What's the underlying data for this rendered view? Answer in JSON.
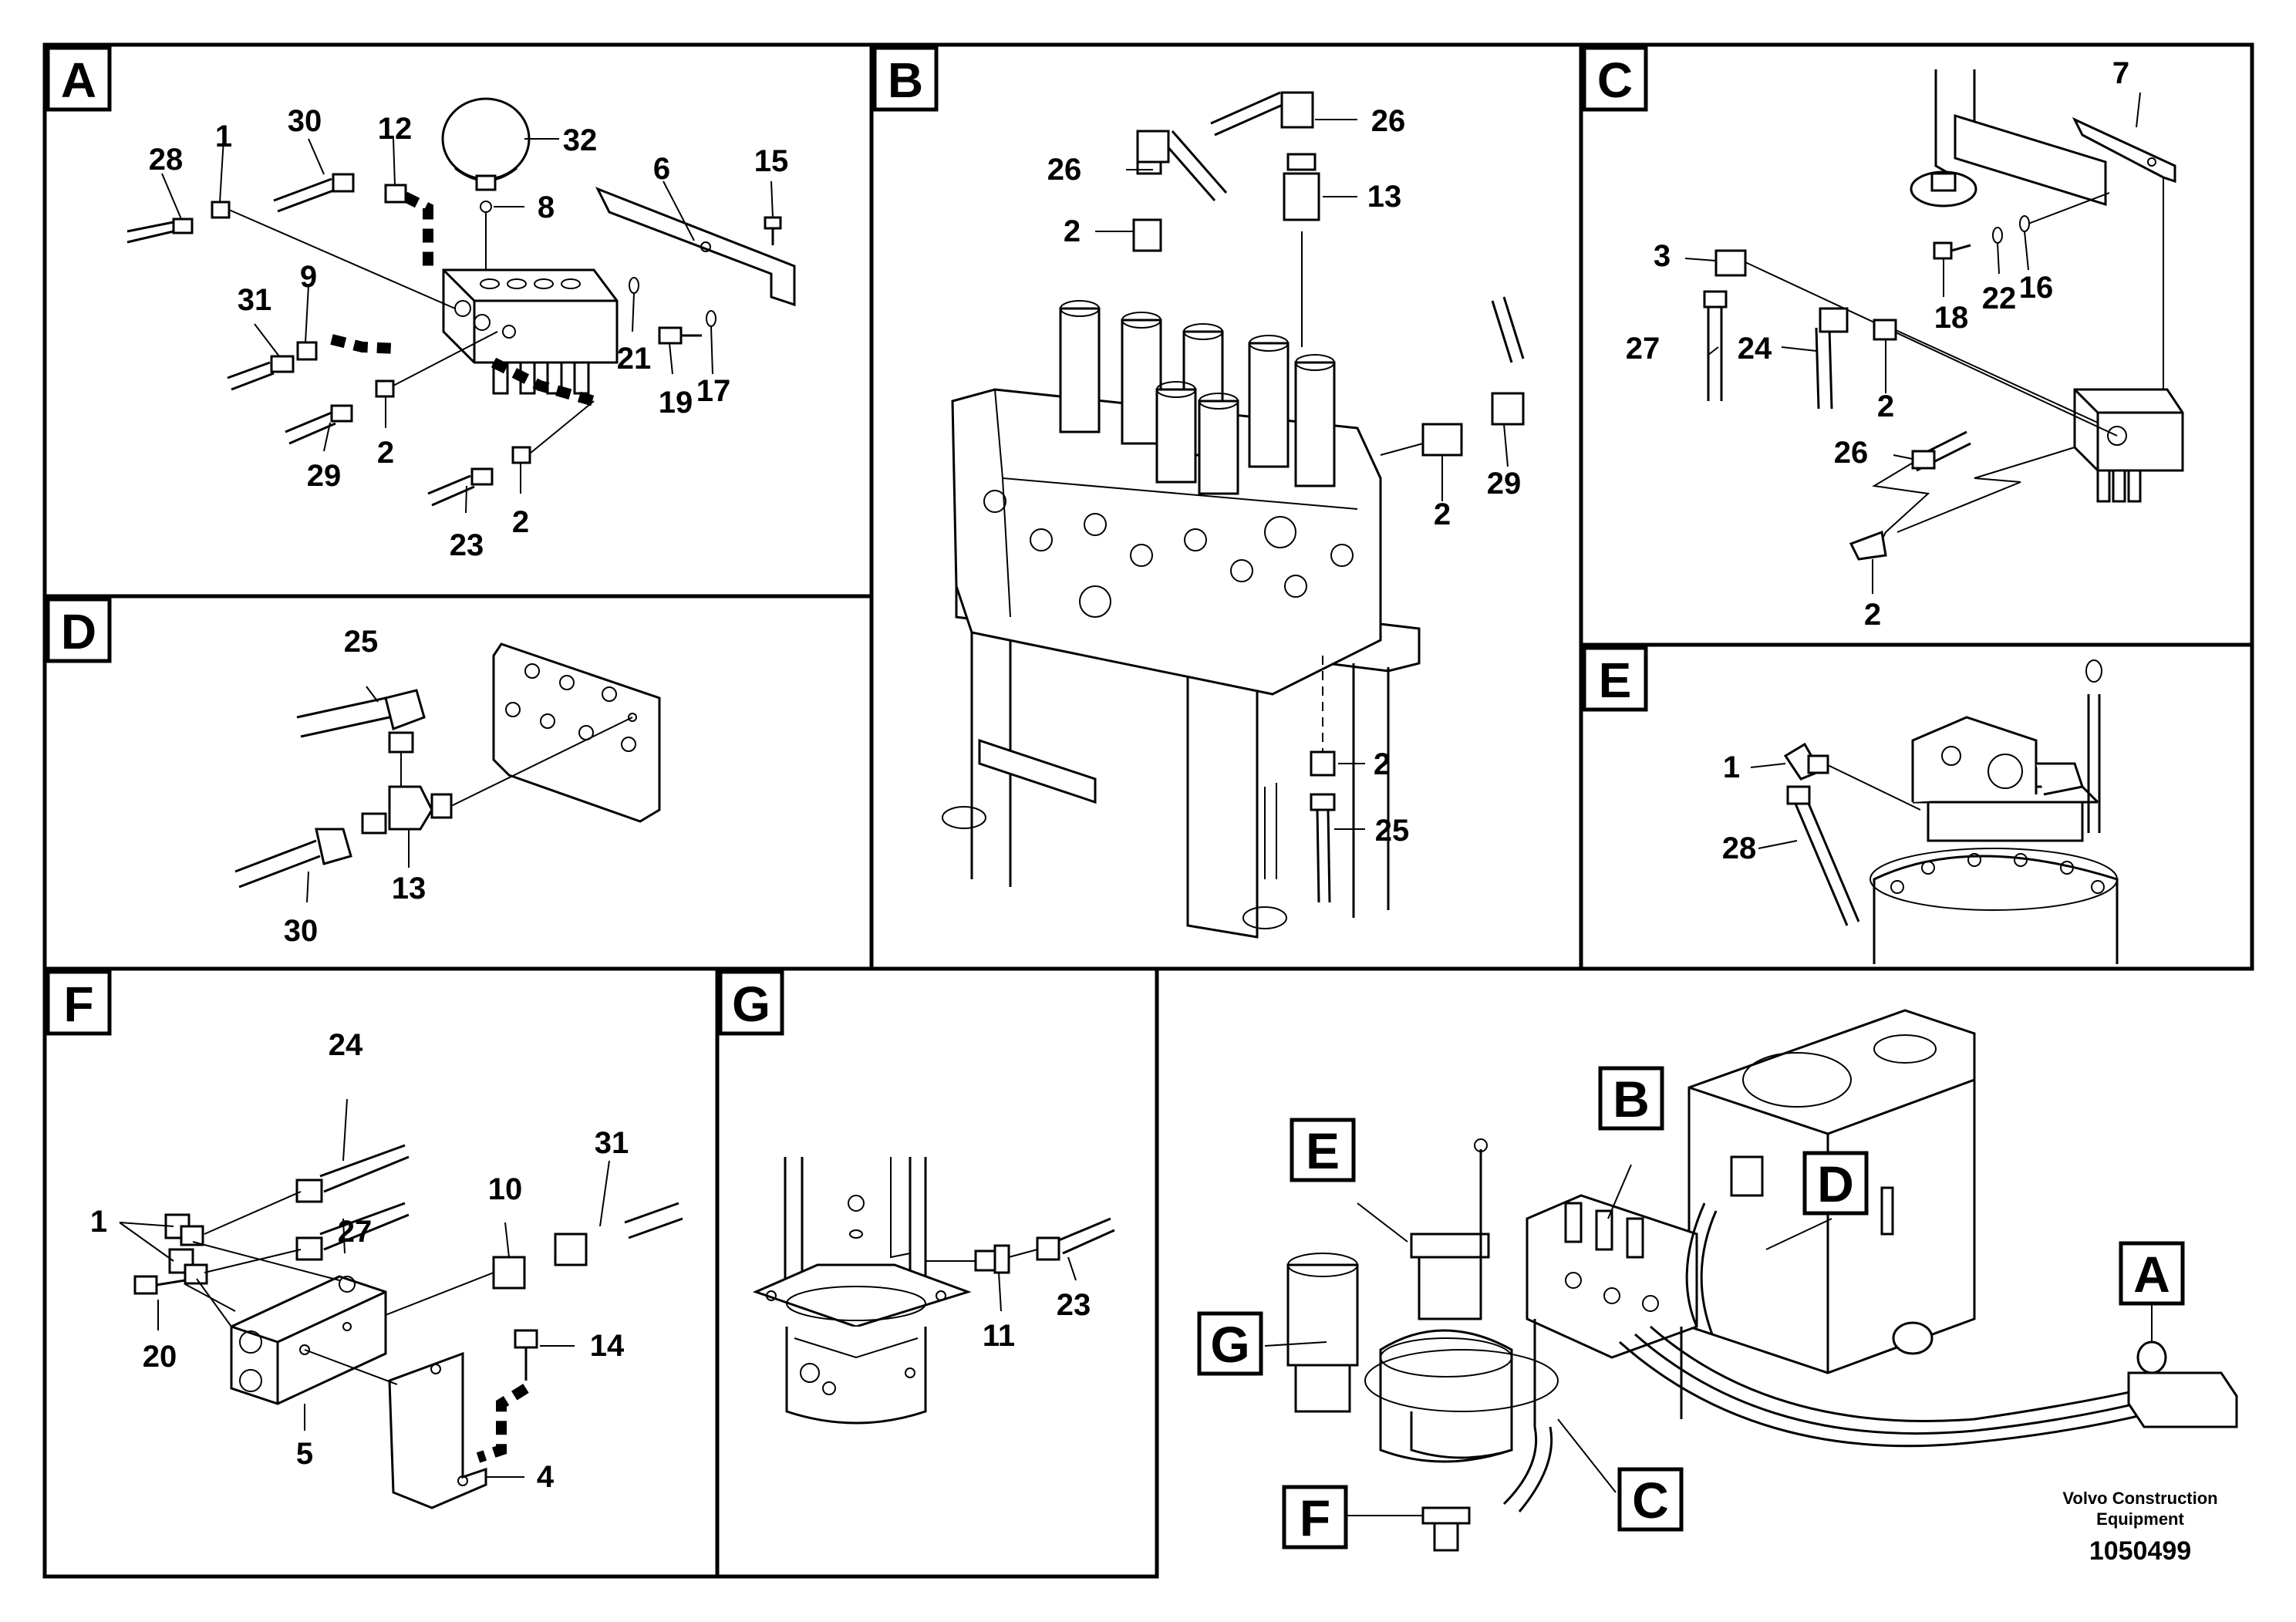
{
  "panels": {
    "A": {
      "letter": "A",
      "labels": [
        "28",
        "1",
        "30",
        "12",
        "32",
        "8",
        "6",
        "15",
        "9",
        "31",
        "21",
        "19",
        "17",
        "29",
        "2",
        "23",
        "2"
      ]
    },
    "B": {
      "letter": "B",
      "labels": [
        "26",
        "26",
        "2",
        "13",
        "2",
        "29",
        "2",
        "25"
      ]
    },
    "C": {
      "letter": "C",
      "labels": [
        "7",
        "3",
        "18",
        "22",
        "16",
        "27",
        "24",
        "2",
        "26",
        "2"
      ]
    },
    "D": {
      "letter": "D",
      "labels": [
        "25",
        "13",
        "30"
      ]
    },
    "E": {
      "letter": "E",
      "labels": [
        "1",
        "28"
      ]
    },
    "F": {
      "letter": "F",
      "labels": [
        "24",
        "1",
        "27",
        "10",
        "31",
        "20",
        "14",
        "5",
        "4"
      ]
    },
    "G": {
      "letter": "G",
      "labels": [
        "11",
        "23"
      ]
    }
  },
  "overview": {
    "callouts": [
      "B",
      "E",
      "D",
      "A",
      "G",
      "C",
      "F"
    ]
  },
  "footer": {
    "brand_line1": "Volvo Construction",
    "brand_line2": "Equipment",
    "drawing_number": "1050499"
  }
}
